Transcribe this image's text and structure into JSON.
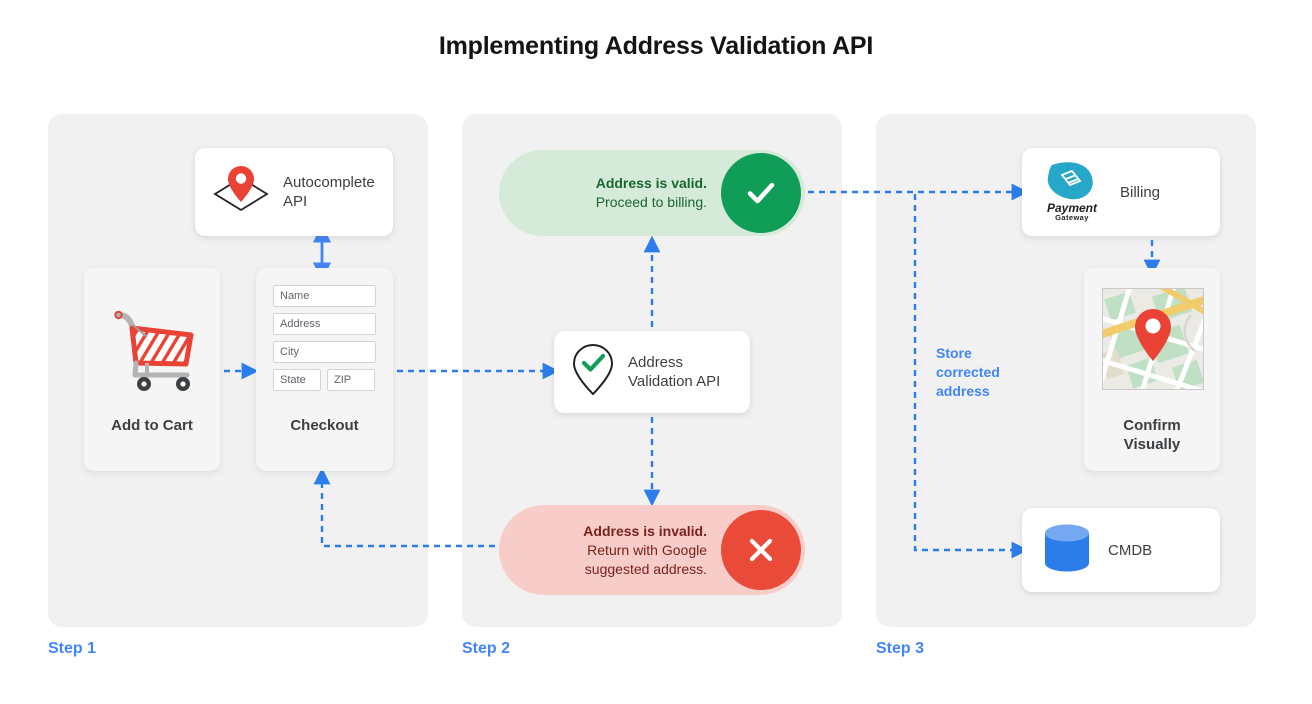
{
  "page": {
    "title": "Implementing Address Validation API",
    "accent_blue": "#4285f4",
    "green": "#0f9d58",
    "red": "#ea4a38",
    "panel_bg": "#f1f1f1"
  },
  "steps": [
    {
      "label": "Step 1"
    },
    {
      "label": "Step 2"
    },
    {
      "label": "Step 3"
    }
  ],
  "step1": {
    "autocomplete": {
      "title_line1": "Autocomplete",
      "title_line2": "API",
      "icon": "map-pin-diamond-icon"
    },
    "add_to_cart": {
      "label": "Add to Cart",
      "icon": "shopping-cart-icon"
    },
    "checkout": {
      "label": "Checkout",
      "fields": [
        {
          "placeholder": "Name"
        },
        {
          "placeholder": "Address"
        },
        {
          "placeholder": "City"
        },
        {
          "placeholder": "State"
        },
        {
          "placeholder": "ZIP"
        }
      ]
    }
  },
  "step2": {
    "valid": {
      "headline": "Address is valid.",
      "detail": "Proceed to billing.",
      "badge_icon": "check-icon",
      "badge_color": "#0f9d58",
      "pill_color": "#d6ead9"
    },
    "invalid": {
      "headline": "Address is invalid.",
      "detail_line1": "Return with Google",
      "detail_line2": "suggested address.",
      "badge_icon": "close-icon",
      "badge_color": "#ea4a38",
      "pill_color": "#f8ccc8"
    },
    "validation_api": {
      "title_line1": "Address",
      "title_line2": "Validation API",
      "icon": "map-pin-check-icon"
    }
  },
  "step3": {
    "billing": {
      "label": "Billing",
      "logo_line1": "Payment",
      "logo_line2": "Gateway",
      "icon": "payment-gateway-icon"
    },
    "confirm": {
      "label_line1": "Confirm",
      "label_line2": "Visually",
      "icon": "map-thumbnail-icon"
    },
    "cmdb": {
      "label": "CMDB",
      "icon": "database-icon"
    },
    "store_note": {
      "line1": "Store",
      "line2": "corrected",
      "line3": "address"
    }
  }
}
